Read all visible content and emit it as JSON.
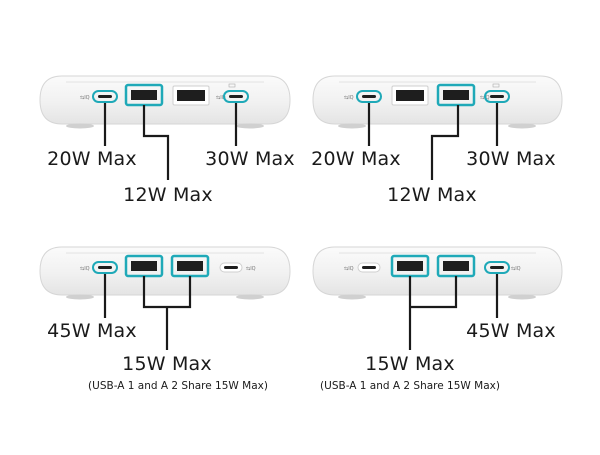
{
  "colors": {
    "accent": "#1fa9b8",
    "device_body": "#f4f4f4",
    "device_edge": "#d9d9d9",
    "port_black": "#1e1e1e",
    "text": "#1a1a1a"
  },
  "port_marks": {
    "usb_c": "⇆IQ",
    "usb_c_alt": "⇆IQ"
  },
  "configs": [
    {
      "id": "top-left",
      "labels": {
        "left": "20W Max",
        "middle": "12W Max",
        "right": "30W Max"
      },
      "note": ""
    },
    {
      "id": "top-right",
      "labels": {
        "left": "20W Max",
        "middle": "12W Max",
        "right": "30W Max"
      },
      "note": ""
    },
    {
      "id": "bottom-left",
      "labels": {
        "left": "45W Max",
        "middle": "15W Max"
      },
      "note": "(USB-A 1 and A 2 Share 15W Max)"
    },
    {
      "id": "bottom-right",
      "labels": {
        "middle": "15W Max",
        "right": "45W Max"
      },
      "note": "(USB-A 1 and A 2 Share 15W Max)"
    }
  ]
}
